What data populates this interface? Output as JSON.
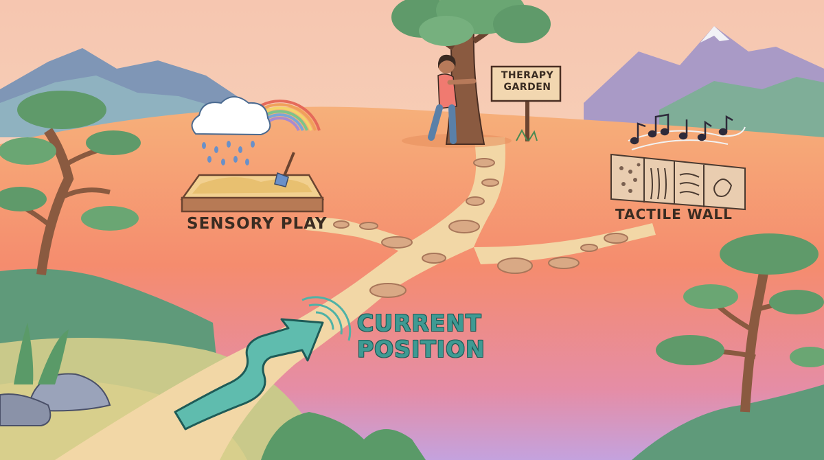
{
  "scene": {
    "locations": {
      "sensory_play": {
        "label": "SENSORY PLAY"
      },
      "tactile_wall": {
        "label": "TACTILE WALL"
      },
      "therapy_garden": {
        "sign_line1": "THERAPY",
        "sign_line2": "GARDEN"
      }
    },
    "player_marker": {
      "line1": "CURRENT",
      "line2": "POSITION"
    }
  },
  "colors": {
    "sky_top": "#f6c6b0",
    "sky_bottom": "#f9dcc0",
    "ground_top": "#f7a470",
    "ground_bottom": "#c9a0d8",
    "path": "#f2d7a6",
    "stone": "#d9a985",
    "accent_teal": "#4fb2a6",
    "tree_green": "#5f9a6a"
  },
  "icons": [
    "rain-cloud-icon",
    "rainbow-icon",
    "shovel-icon",
    "music-notes-icon",
    "arrow-icon",
    "signal-rings-icon"
  ]
}
